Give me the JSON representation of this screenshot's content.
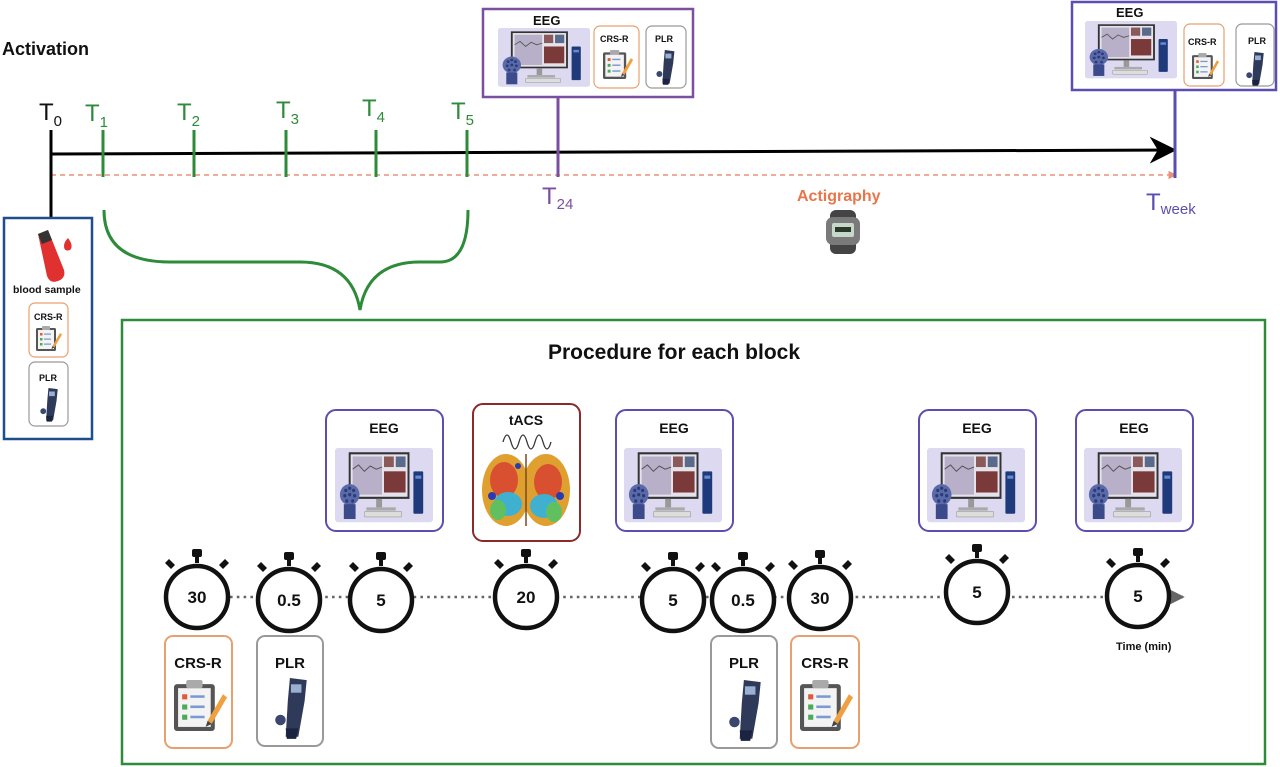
{
  "section_title": "Activation",
  "timeline": {
    "t0": {
      "main": "T",
      "sub": "0"
    },
    "t1": {
      "main": "T",
      "sub": "1"
    },
    "t2": {
      "main": "T",
      "sub": "2"
    },
    "t3": {
      "main": "T",
      "sub": "3"
    },
    "t4": {
      "main": "T",
      "sub": "4"
    },
    "t5": {
      "main": "T",
      "sub": "5"
    },
    "t24": {
      "main": "T",
      "sub": "24"
    },
    "tweek": {
      "main": "T",
      "sub": "week"
    },
    "actigraphy": "Actigraphy"
  },
  "t24_box": {
    "eeg": "EEG",
    "crsr": "CRS-R",
    "plr": "PLR"
  },
  "tweek_box": {
    "eeg": "EEG",
    "crsr": "CRS-R",
    "plr": "PLR"
  },
  "baseline_box": {
    "blood": "blood sample",
    "crsr": "CRS-R",
    "plr": "PLR"
  },
  "procedure": {
    "title": "Procedure for each block",
    "eeg_label": "EEG",
    "tacs_label": "tACS",
    "timers": [
      "30",
      "0.5",
      "5",
      "20",
      "5",
      "0.5",
      "30",
      "5",
      "5"
    ],
    "time_axis_label": "Time (min)",
    "assessments": {
      "crsr_1": "CRS-R",
      "plr_1": "PLR",
      "plr_2": "PLR",
      "crsr_2": "CRS-R"
    }
  },
  "colors": {
    "green": "#2e8b3a",
    "purple": "#7a4fa0",
    "navy": "#1f4e8c",
    "blue_purple": "#5a4fb0",
    "orange": "#e87a4a",
    "dark_red": "#8b2a2a"
  }
}
